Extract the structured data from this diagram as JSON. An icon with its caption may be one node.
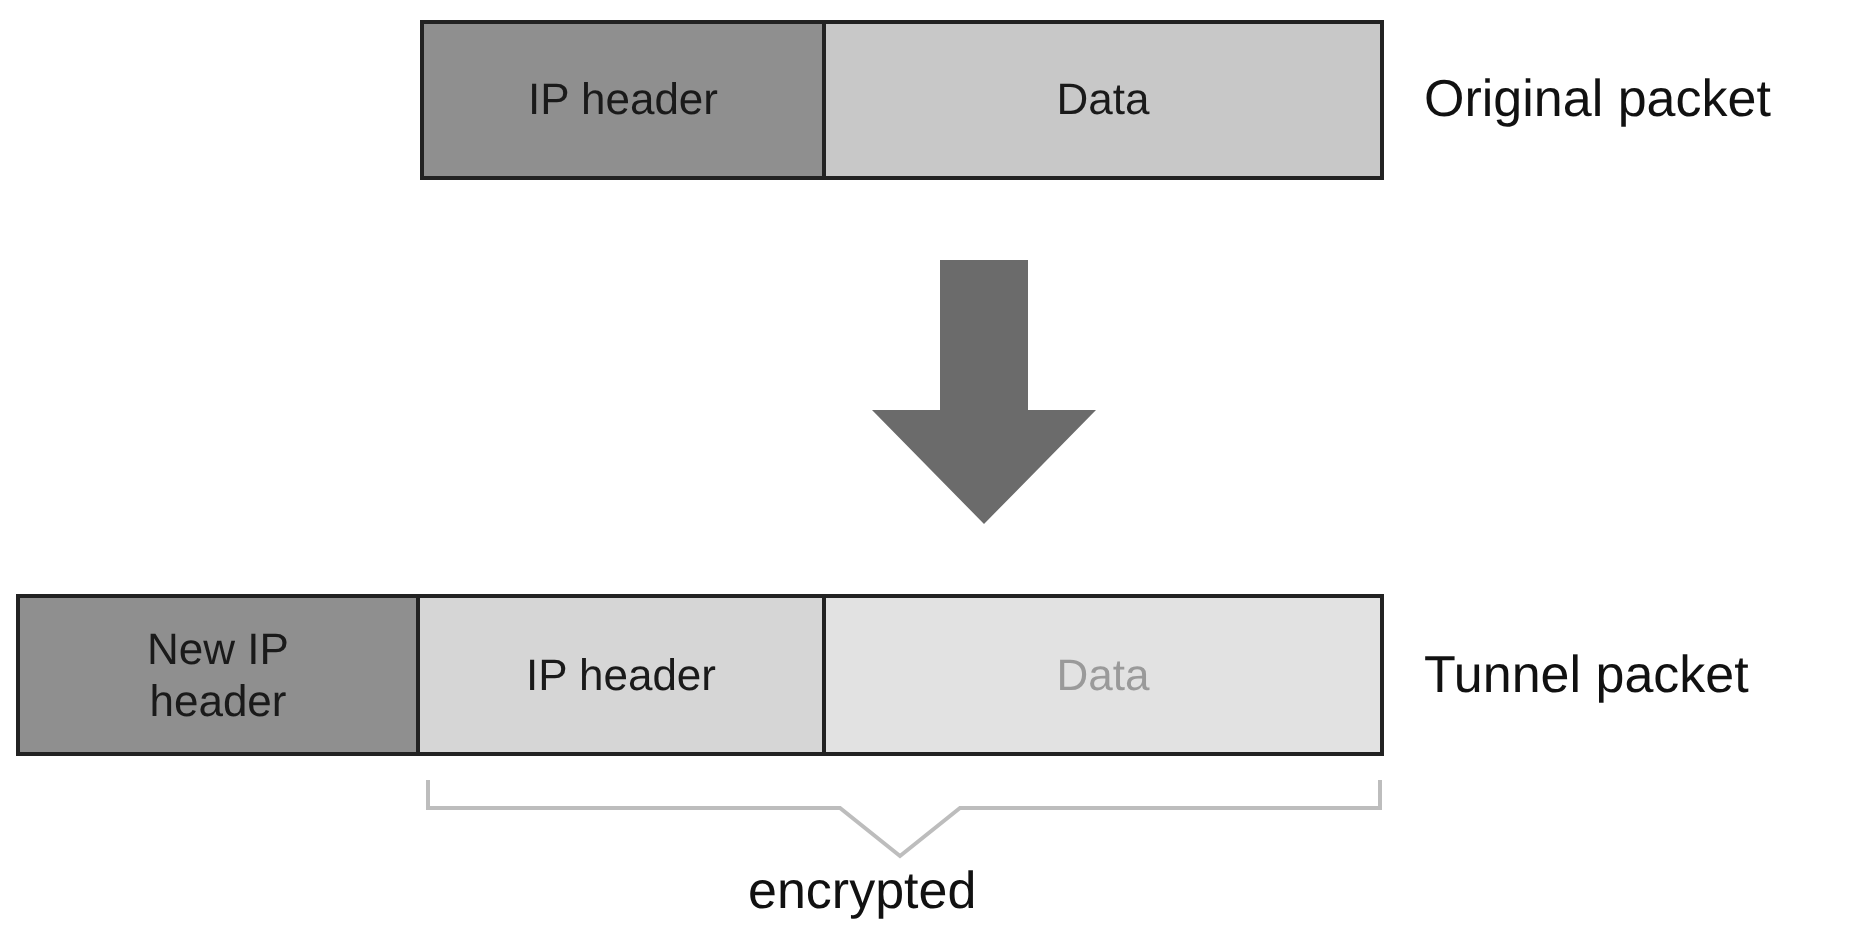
{
  "diagram": {
    "nodes": [
      {
        "text": [],
        "shape": "bar",
        "beside": [
          "Original packet"
        ]
      },
      {
        "text": [
          "IP header"
        ],
        "in": 0
      },
      {
        "text": [
          "Data"
        ],
        "in": 0
      },
      {
        "text": [],
        "shape": "bar",
        "beside": [
          "Tunnel packet"
        ]
      },
      {
        "text": [
          "New IP header"
        ],
        "in": 3
      },
      {
        "text": [
          "IP header"
        ],
        "in": 3
      },
      {
        "text": [
          "Data"
        ],
        "in": 3
      }
    ],
    "edges": [
      {
        "from": 0,
        "to": 3,
        "arrow": "to",
        "style": "thick",
        "color": "#6b6b6b"
      }
    ],
    "labels": [
      "encrypted"
    ]
  }
}
